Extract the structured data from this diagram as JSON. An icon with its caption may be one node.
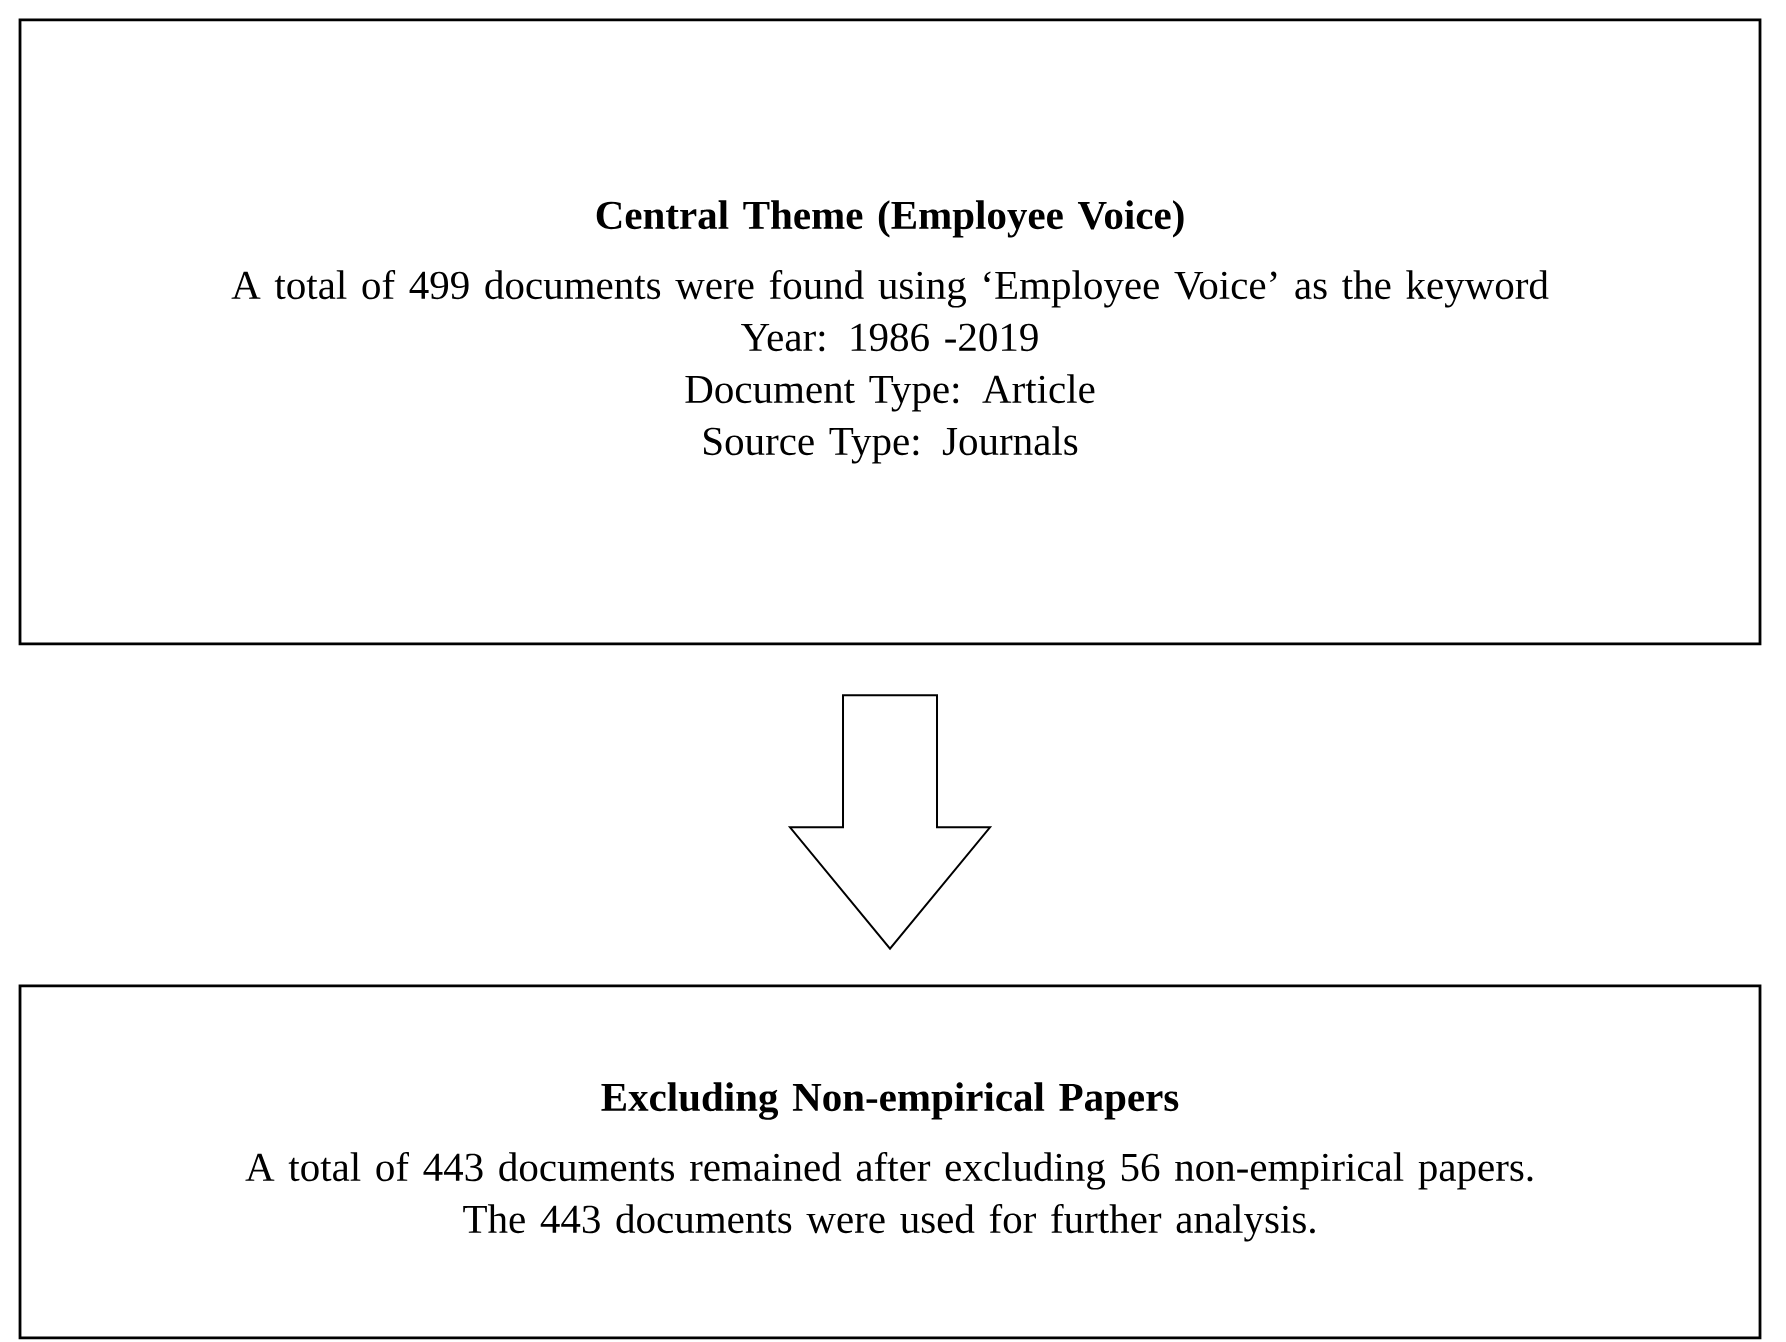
{
  "diagram": {
    "nodes": [
      {
        "text": [
          "Central Theme (Employee Voice)",
          "A total of 499 documents were found using ‘Employee Voice’ as the keyword",
          "Year: 1986 -2019",
          "Document Type: Article",
          "Source Type: Journals"
        ]
      },
      {
        "text": [
          "Excluding Non-empirical Papers",
          "A total of 443 documents remained after excluding 56 non-empirical papers.",
          "The 443 documents were used for further analysis."
        ]
      }
    ],
    "edges": [
      {
        "from": 0,
        "to": 1,
        "arrow": "to"
      }
    ]
  }
}
